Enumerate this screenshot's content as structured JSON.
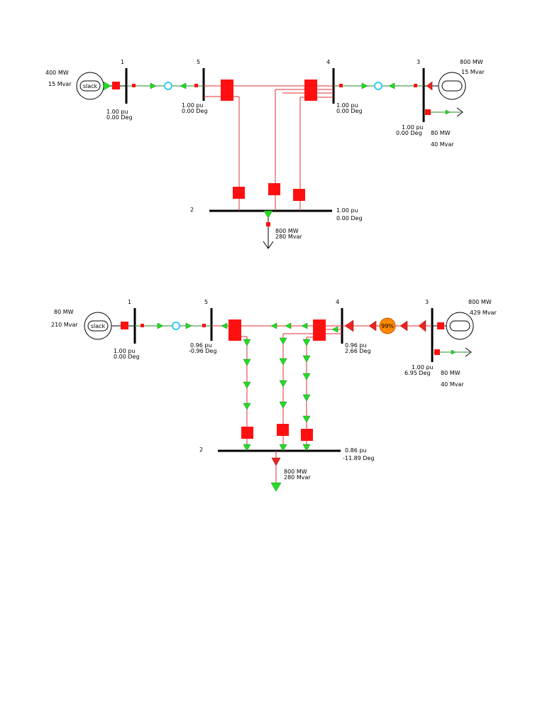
{
  "diagram_top": {
    "bus_labels": [
      "1",
      "5",
      "4",
      "3",
      "2"
    ],
    "gen1": {
      "mw": "400 MW",
      "mvar": "15 Mvar",
      "label": "slack"
    },
    "gen3": {
      "mw": "800 MW",
      "mvar": "15 Mvar"
    },
    "bus1": {
      "pu": "1.00 pu",
      "deg": "0.00 Deg"
    },
    "bus5": {
      "pu": "1.00 pu",
      "deg": "0.00 Deg"
    },
    "bus4": {
      "pu": "1.00 pu",
      "deg": "0.00 Deg"
    },
    "bus3": {
      "pu": "1.00 pu",
      "deg": "0.00 Deg"
    },
    "bus2": {
      "pu": "1.00 pu",
      "deg": "0.00 Deg"
    },
    "load3": {
      "mw": "80 MW",
      "mvar": "40 Mvar"
    },
    "load2": {
      "mw": "800 MW",
      "mvar": "280 Mvar"
    }
  },
  "diagram_bottom": {
    "bus_labels": [
      "1",
      "5",
      "4",
      "3",
      "2"
    ],
    "gen1": {
      "mw": "80 MW",
      "mvar": "210 Mvar",
      "label": "slack"
    },
    "gen3": {
      "mw": "800 MW",
      "mvar": "429 Mvar"
    },
    "bus1": {
      "pu": "1.00 pu",
      "deg": "0.00 Deg"
    },
    "bus5": {
      "pu": "0.96 pu",
      "deg": "-0.96 Deg"
    },
    "bus4": {
      "pu": "0.96 pu",
      "deg": "2.66 Deg"
    },
    "bus3": {
      "pu": "1.00 pu",
      "deg": "6.95 Deg"
    },
    "bus2": {
      "pu": "0.86 pu",
      "deg": "-11.89 Deg"
    },
    "load3": {
      "mw": "80 MW",
      "mvar": "40 Mvar"
    },
    "load2": {
      "mw": "800 MW",
      "mvar": "280 Mvar"
    },
    "transformer_loading": "99%"
  },
  "colors": {
    "line": "#e03030",
    "breaker": "#ff1010",
    "flow_arrow": "#22dd22",
    "reverse_arrow": "#ee2222",
    "transformer_overload": "#ff8800",
    "transformer_normal": "#44ddff"
  }
}
